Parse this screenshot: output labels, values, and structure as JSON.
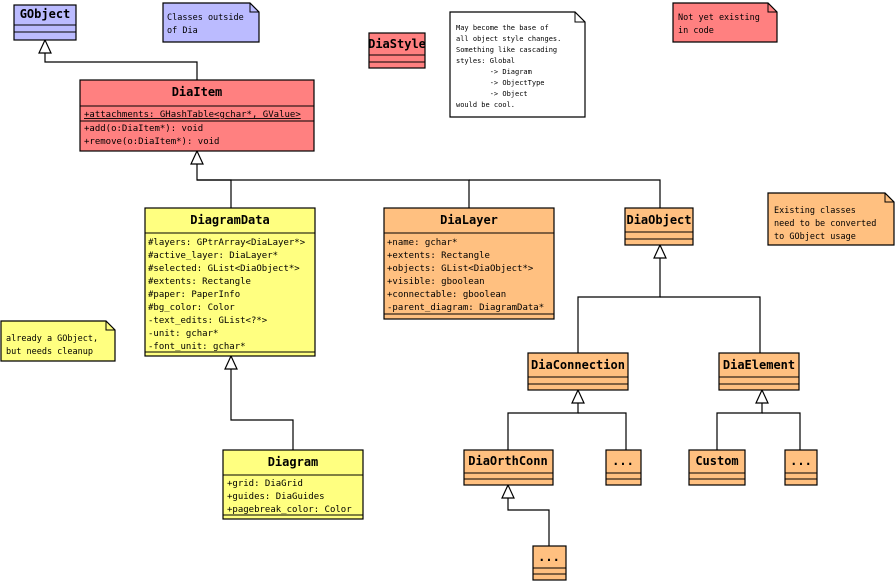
{
  "colors": {
    "gobject": "#bbbbff",
    "existing": "#ff8080",
    "yellow": "#ffff80",
    "orange": "#ffc080",
    "white": "#ffffff",
    "line": "#000000"
  },
  "classes": {
    "gobject": {
      "name": "GObject",
      "attrs": [],
      "ops": []
    },
    "diaitem": {
      "name": "DiaItem",
      "attrs": [
        "+attachments: GHashTable<gchar*, GValue>"
      ],
      "ops": [
        "+add(o:DiaItem*): void",
        "+remove(o:DiaItem*): void"
      ]
    },
    "diastyle": {
      "name": "DiaStyle",
      "attrs": [],
      "ops": []
    },
    "diagramdata": {
      "name": "DiagramData",
      "attrs": [
        "#layers: GPtrArray<DiaLayer*>",
        "#active_layer: DiaLayer*",
        "#selected: GList<DiaObject*>",
        "#extents: Rectangle",
        "#paper: PaperInfo",
        "#bg_color: Color",
        "-text_edits: GList<?*>",
        "-unit: gchar*",
        "-font_unit: gchar*"
      ],
      "ops": []
    },
    "dialayer": {
      "name": "DiaLayer",
      "attrs": [
        "+name: gchar*",
        "+extents: Rectangle",
        "+objects: GList<DiaObject*>",
        "+visible: gboolean",
        "+connectable: gboolean",
        "-parent_diagram: DiagramData*"
      ],
      "ops": []
    },
    "diaobject": {
      "name": "DiaObject",
      "attrs": [],
      "ops": []
    },
    "diagram": {
      "name": "Diagram",
      "attrs": [
        "+grid: DiaGrid",
        "+guides: DiaGuides",
        "+pagebreak_color: Color"
      ],
      "ops": []
    },
    "diaconnection": {
      "name": "DiaConnection",
      "attrs": [],
      "ops": []
    },
    "diaelement": {
      "name": "DiaElement",
      "attrs": [],
      "ops": []
    },
    "diaorthconn": {
      "name": "DiaOrthConn",
      "attrs": [],
      "ops": []
    },
    "conn_more": {
      "name": "...",
      "attrs": [],
      "ops": []
    },
    "custom": {
      "name": "Custom",
      "attrs": [],
      "ops": []
    },
    "elem_more": {
      "name": "...",
      "attrs": [],
      "ops": []
    },
    "orth_more": {
      "name": "...",
      "attrs": [],
      "ops": []
    }
  },
  "notes": {
    "outside": [
      "Classes outside",
      "of Dia"
    ],
    "cascade": [
      "May become the base of",
      "all object style changes.",
      "Something like cascading",
      "styles: Global",
      "        -> Diagram",
      "        -> ObjectType",
      "        -> Object",
      "would be cool."
    ],
    "notyet": [
      "Not yet existing",
      "in code"
    ],
    "existing": [
      "Existing classes",
      "need to be converted",
      "to GObject usage"
    ],
    "already": [
      "already a GObject,",
      "but needs cleanup"
    ]
  }
}
